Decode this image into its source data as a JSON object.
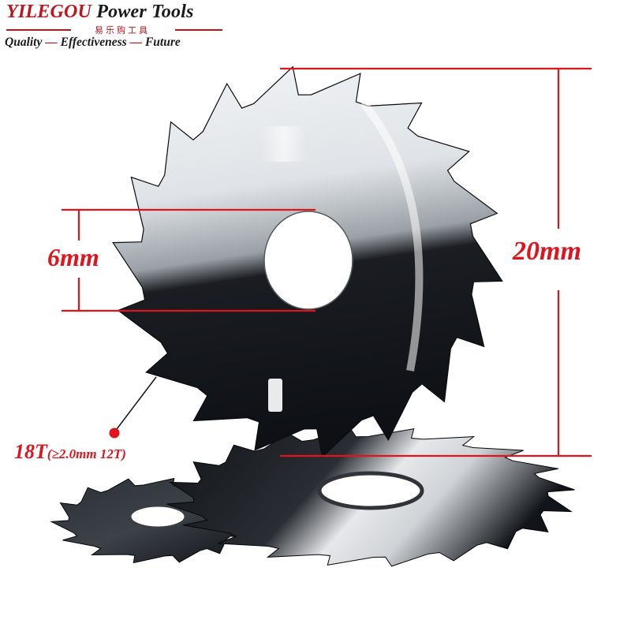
{
  "brand": {
    "name": "YILEGOU",
    "suffix": " Power Tools",
    "chinese": "易乐购工具",
    "slogan": [
      "Quality",
      "Effectiveness",
      "Future"
    ],
    "dash": "—"
  },
  "dimensions": {
    "blade_height": "20mm",
    "bore": "6mm"
  },
  "teeth": {
    "label": "18T",
    "note": "(≥2.0mm 12T)"
  },
  "colors": {
    "accent_red": "#e0141c",
    "brand_red": "#c0141c",
    "blade_dark": "#0d1014"
  }
}
